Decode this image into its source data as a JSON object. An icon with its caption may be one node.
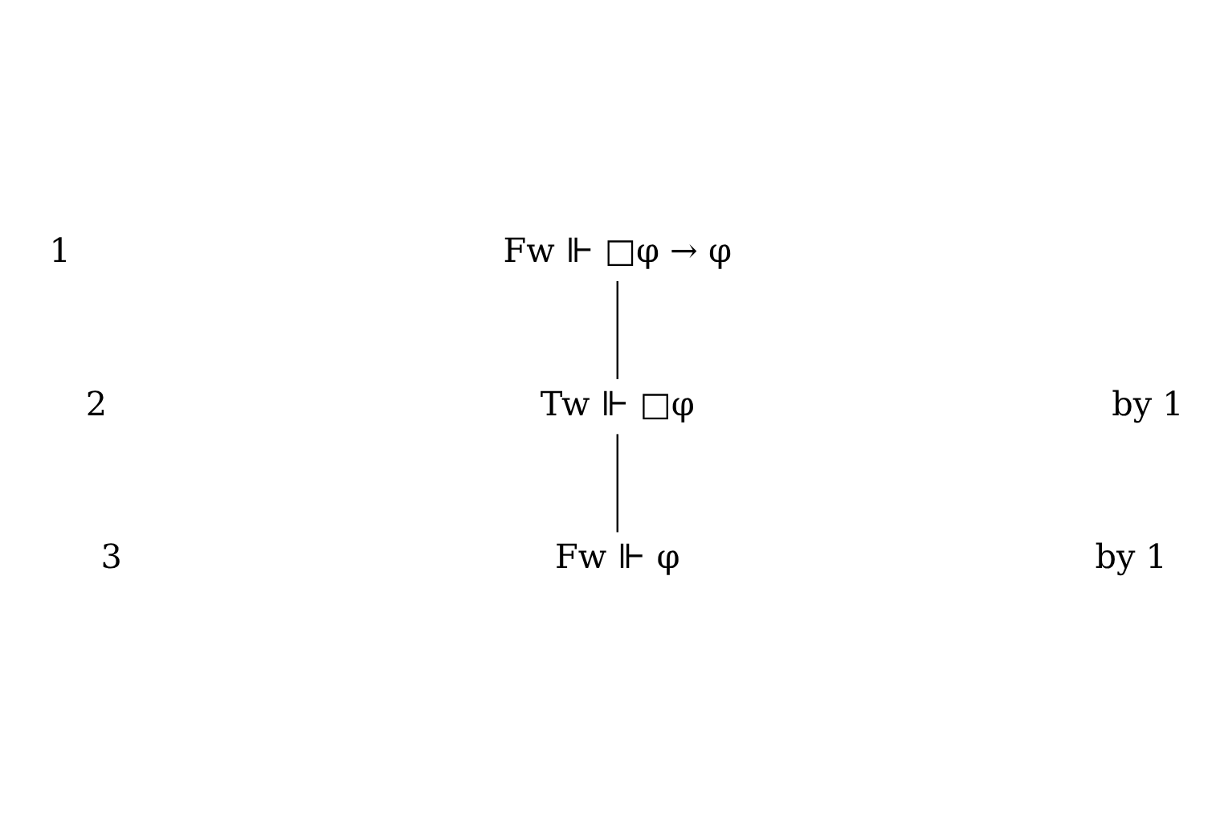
{
  "diagram": {
    "nodes": [
      {
        "text": [
          "Fw ⊩ □φ → φ"
        ]
      },
      {
        "text": [
          "Tw ⊩ □φ"
        ]
      },
      {
        "text": [
          "Fw ⊩ φ"
        ]
      }
    ],
    "edges": [
      {
        "from": 0,
        "to": 1,
        "arrow": "none"
      },
      {
        "from": 1,
        "to": 2,
        "arrow": "none"
      }
    ],
    "labels": [
      "1",
      "2",
      "by 1",
      "3",
      "by 1"
    ]
  }
}
